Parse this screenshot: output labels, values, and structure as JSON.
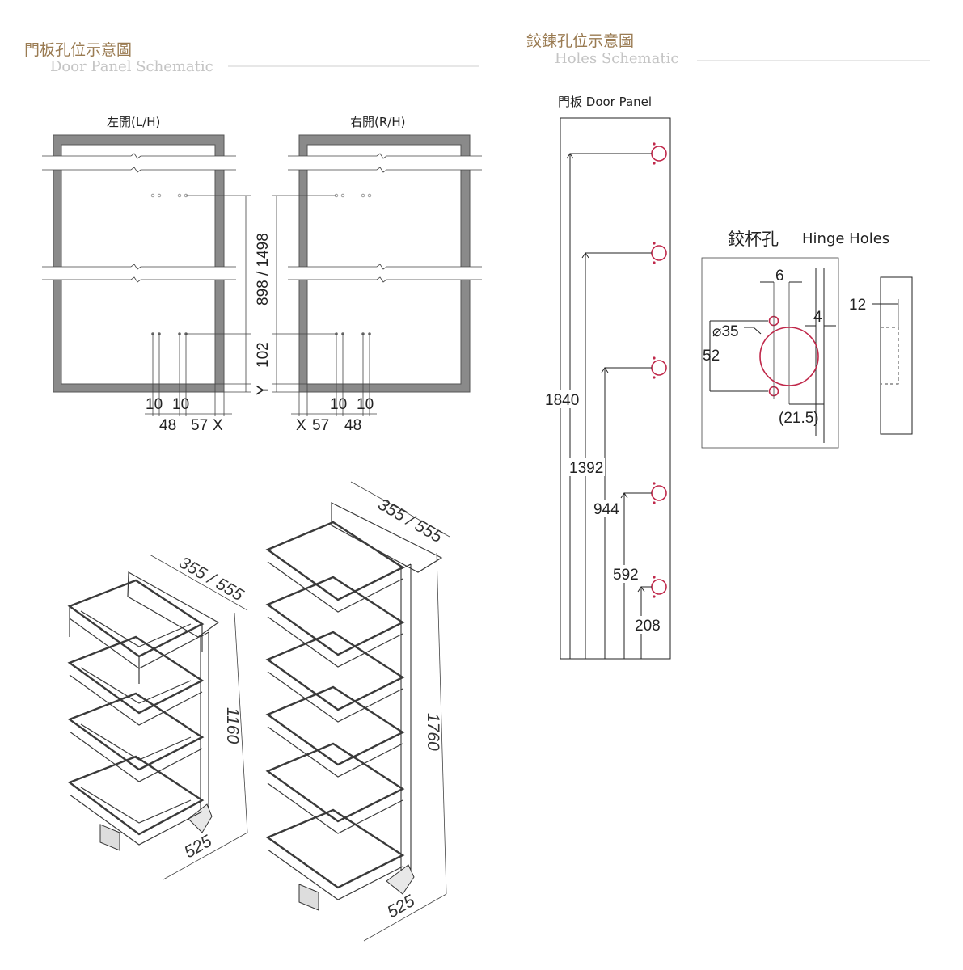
{
  "left_section": {
    "title_cn": "門板孔位示意圖",
    "title_en": "Door Panel Schematic",
    "left_hand_label": "左開(L/H)",
    "right_hand_label": "右開(R/H)",
    "dim_height": "898 / 1498",
    "dim_102": "102",
    "dim_y": "Y",
    "dim_10": "10",
    "dim_48": "48",
    "dim_57": "57",
    "dim_x": "X"
  },
  "right_section": {
    "title_cn": "鉸鍊孔位示意圖",
    "title_en": "Holes Schematic",
    "door_panel_label": "門板 Door Panel",
    "hole_heights": [
      "1840",
      "1392",
      "944",
      "592",
      "208"
    ],
    "hinge_title_cn": "鉸杯孔",
    "hinge_title_en": "Hinge Holes",
    "dim_6": "6",
    "dim_4": "4",
    "dim_dia": "⌀35",
    "dim_52": "52",
    "dim_215": "(21.5)",
    "dim_12": "12"
  },
  "units": {
    "small": {
      "width": "355 / 555",
      "height": "1160",
      "depth": "525"
    },
    "large": {
      "width": "355 / 555",
      "height": "1760",
      "depth": "525"
    }
  },
  "colors": {
    "title_cn": "#9a7b52",
    "title_en": "#c4c4c4",
    "hole": "#c0284a",
    "frame": "#8a8a8a"
  }
}
